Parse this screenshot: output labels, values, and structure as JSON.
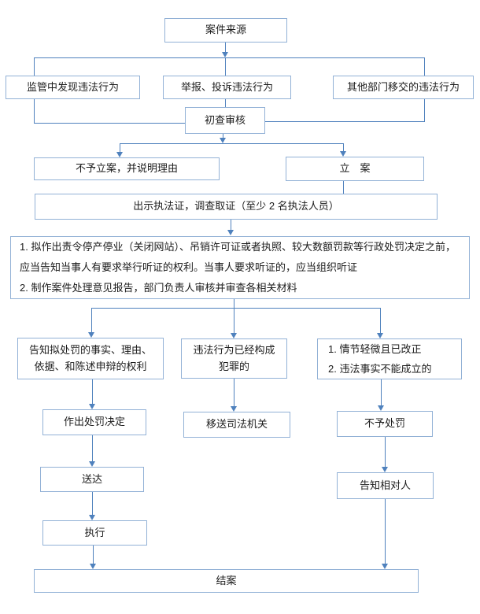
{
  "colors": {
    "box_border": "#92B1D6",
    "connector_line": "#4F81BD",
    "text": "#1b1b1b",
    "background": "#ffffff"
  },
  "nodes": {
    "case_source": {
      "label": "案件来源"
    },
    "supervision": {
      "label": "监管中发现违法行为"
    },
    "report": {
      "label": "举报、投诉违法行为"
    },
    "other_dept": {
      "label": "其他部门移交的违法行为"
    },
    "initial_review": {
      "label": "初查审核"
    },
    "no_case": {
      "label": "不予立案，并说明理由"
    },
    "file_case": {
      "label": "立　案"
    },
    "evidence": {
      "label": "出示执法证，调查取证（至少 2 名执法人员）"
    },
    "notice": {
      "item1": "1. 拟作出责令停产停业（关闭网站）、吊销许可证或者执照、较大数额罚款等行政处罚决定之前，应当告知当事人有要求举行听证的权利。当事人要求听证的，应当组织听证",
      "item2": "2. 制作案件处理意见报告，部门负责人审核并审查各相关材料"
    },
    "inform_rights": {
      "lines": [
        "告知拟处罚的事实、理由、",
        "依据、和陈述申辩的权利"
      ]
    },
    "crime": {
      "lines": [
        "违法行为已经构成",
        "犯罪的"
      ]
    },
    "minor": {
      "item1": "1. 情节轻微且已改正",
      "item2": "2. 违法事实不能成立的"
    },
    "decision": {
      "label": "作出处罚决定"
    },
    "transfer": {
      "label": "移送司法机关"
    },
    "no_punish": {
      "label": "不予处罚"
    },
    "deliver": {
      "label": "送达"
    },
    "inform_party": {
      "label": "告知相对人"
    },
    "execute": {
      "label": "执行"
    },
    "close_case": {
      "label": "结案"
    }
  }
}
